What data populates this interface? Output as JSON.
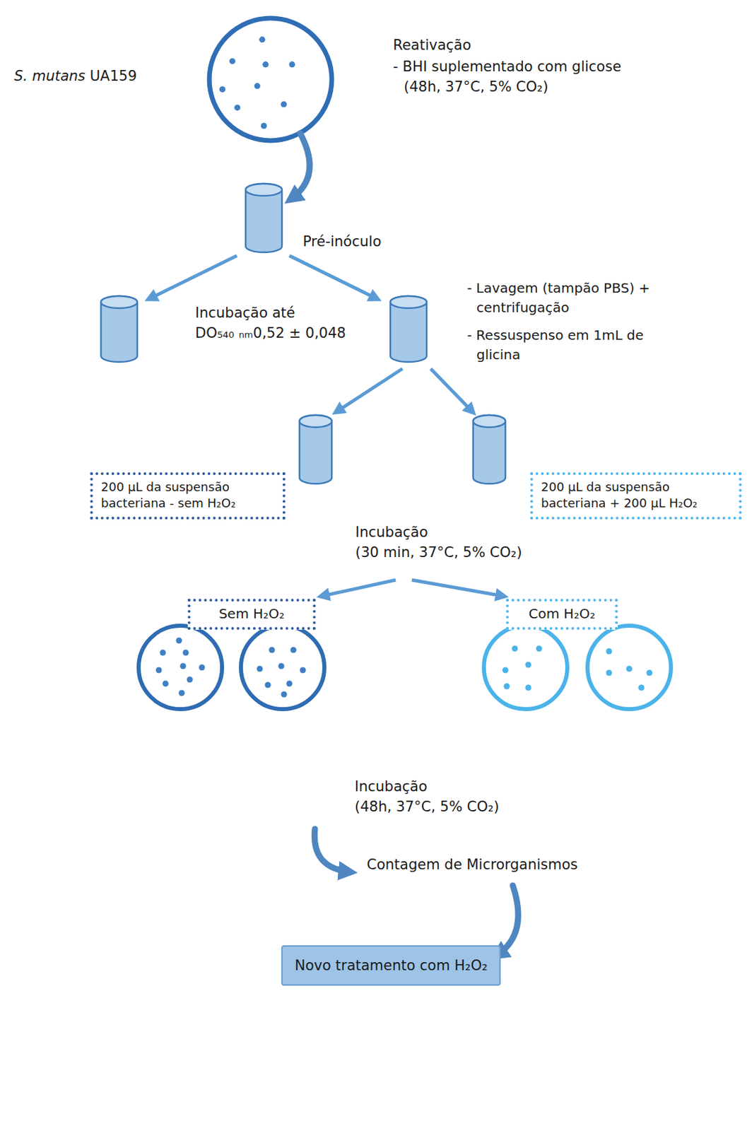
{
  "diagram": {
    "nodes": [
      {
        "text": [
          "200 µL da suspensão bacteriana - sem H₂O₂"
        ]
      },
      {
        "text": [
          "200 µL da suspensão bacteriana + 200 µL H₂O₂"
        ]
      },
      {
        "text": [
          "Sem H₂O₂"
        ]
      },
      {
        "text": [
          "Com H₂O₂"
        ]
      },
      {
        "text": [
          "Novo tratamento com H₂O₂"
        ]
      }
    ],
    "labels": [
      "S. mutans UA159",
      "Reativação",
      "- BHI suplementado com glicose (48h, 37°C, 5% CO₂)",
      "Pré-inóculo",
      "Incubação até DO₅₄₀ ₙₘ0,52 ± 0,048",
      "- Lavagem (tampão PBS) + centrifugação",
      "- Ressuspenso em 1mL de glicina",
      "Incubação (30 min, 37°C, 5% CO₂)",
      "Incubação (48h, 37°C, 5% CO₂)",
      "Contagem de Microrganismos"
    ]
  }
}
